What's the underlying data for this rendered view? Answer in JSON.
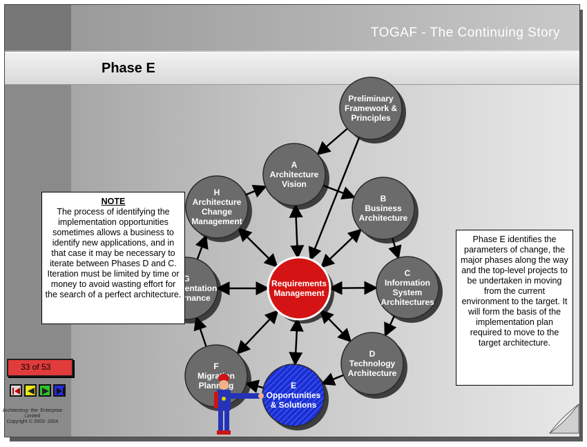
{
  "banner": {
    "title": "TOGAF - The Continuing Story"
  },
  "slide": {
    "title": "Phase E"
  },
  "diagram": {
    "nodes": [
      {
        "id": "prelim",
        "label": "Preliminary\nFramework &\nPrinciples",
        "color": "#6b6b6b"
      },
      {
        "id": "a",
        "label": "A\nArchitecture\nVision",
        "color": "#6b6b6b"
      },
      {
        "id": "b",
        "label": "B\nBusiness\nArchitecture",
        "color": "#6b6b6b"
      },
      {
        "id": "c",
        "label": "C\nInformation\nSystem\nArchitectures",
        "color": "#6b6b6b"
      },
      {
        "id": "d",
        "label": "D\nTechnology\nArchitecture",
        "color": "#6b6b6b"
      },
      {
        "id": "e",
        "label": "E\nOpportunities\n& Solutions",
        "color": "#1a2fd1"
      },
      {
        "id": "f",
        "label": "F\nMigration\nPlanning",
        "color": "#6b6b6b"
      },
      {
        "id": "g",
        "label": "G\nImplementation\nGovernance",
        "color": "#6b6b6b"
      },
      {
        "id": "h",
        "label": "H\nArchitecture\nChange\nManagement",
        "color": "#6b6b6b"
      },
      {
        "id": "req",
        "label": "Requirements\nManagement",
        "color": "#d41414"
      }
    ]
  },
  "note": {
    "title": "NOTE",
    "body": "The process of identifying the implementation opportunities sometimes allows a business to identify new applications, and in that case it may be necessary to iterate between Phases D and C. Iteration must be limited by time or money to avoid wasting effort for the search of a perfect architecture."
  },
  "phase_e_note": {
    "body": "Phase E identifies the parameters of change, the major phases along the way and the top-level projects to be undertaken in moving from the current environment to the target. It will form the basis of the implementation plan required to move to the target architecture."
  },
  "navigation": {
    "page_counter": "33 of 53",
    "buttons": [
      {
        "icon": "first-page-icon",
        "color": "#d8d8d8"
      },
      {
        "icon": "previous-page-icon",
        "color": "#e8e81a"
      },
      {
        "icon": "next-page-icon",
        "color": "#2ec42e"
      },
      {
        "icon": "last-page-icon",
        "color": "#2a2ae0"
      }
    ]
  },
  "copyright": {
    "line1": "Architecting- the- Enterprise",
    "line2": "Limited",
    "line3": "Copyright © 2003- 2004"
  },
  "colors": {
    "node_gray": "#6b6b6b",
    "node_red": "#d41414",
    "node_blue": "#1a2fd1",
    "arrow": "#000000"
  }
}
